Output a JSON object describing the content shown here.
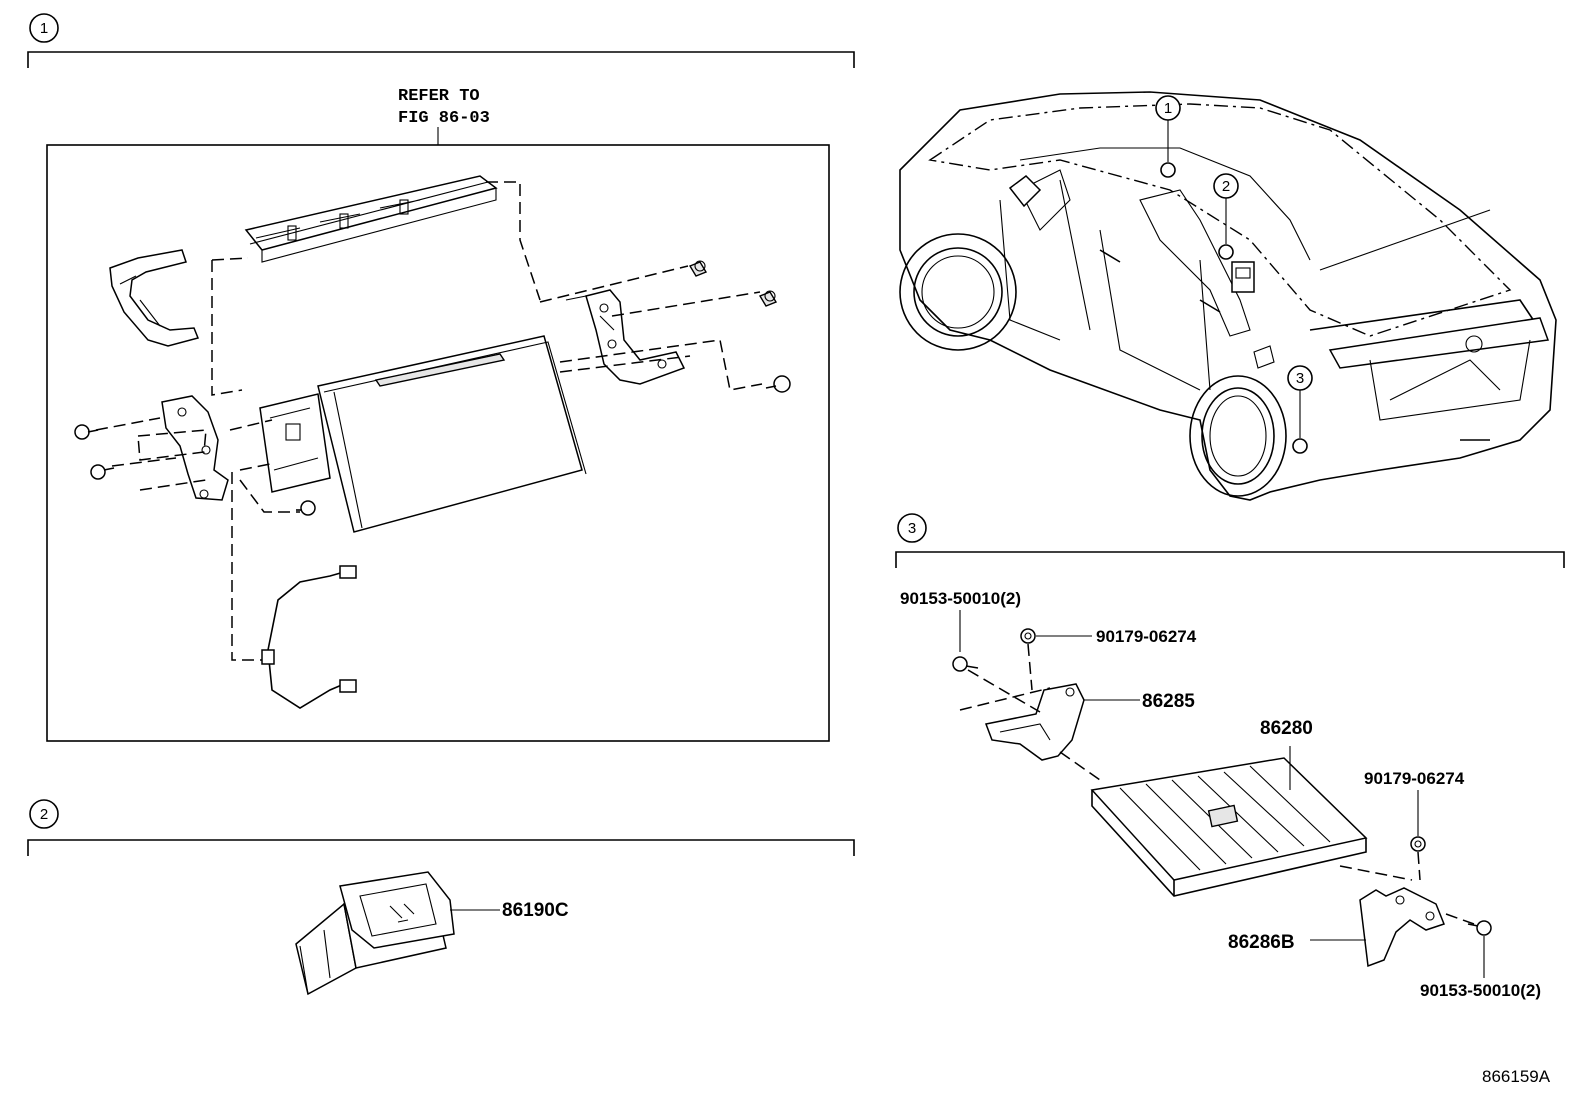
{
  "sections": {
    "s1": {
      "number": "1"
    },
    "s2": {
      "number": "2"
    },
    "s3": {
      "number": "3"
    }
  },
  "refer": {
    "line1": "REFER TO",
    "line2": "FIG 86-03"
  },
  "parts": {
    "p86190C": "86190C",
    "p90153_top": "90153-50010(2)",
    "p90179_top": "90179-06274",
    "p86285": "86285",
    "p86280": "86280",
    "p90179_right": "90179-06274",
    "p86286B": "86286B",
    "p90153_bottom": "90153-50010(2)"
  },
  "car_callouts": {
    "c1": "1",
    "c2": "2",
    "c3": "3"
  },
  "figure_code": "866159A"
}
